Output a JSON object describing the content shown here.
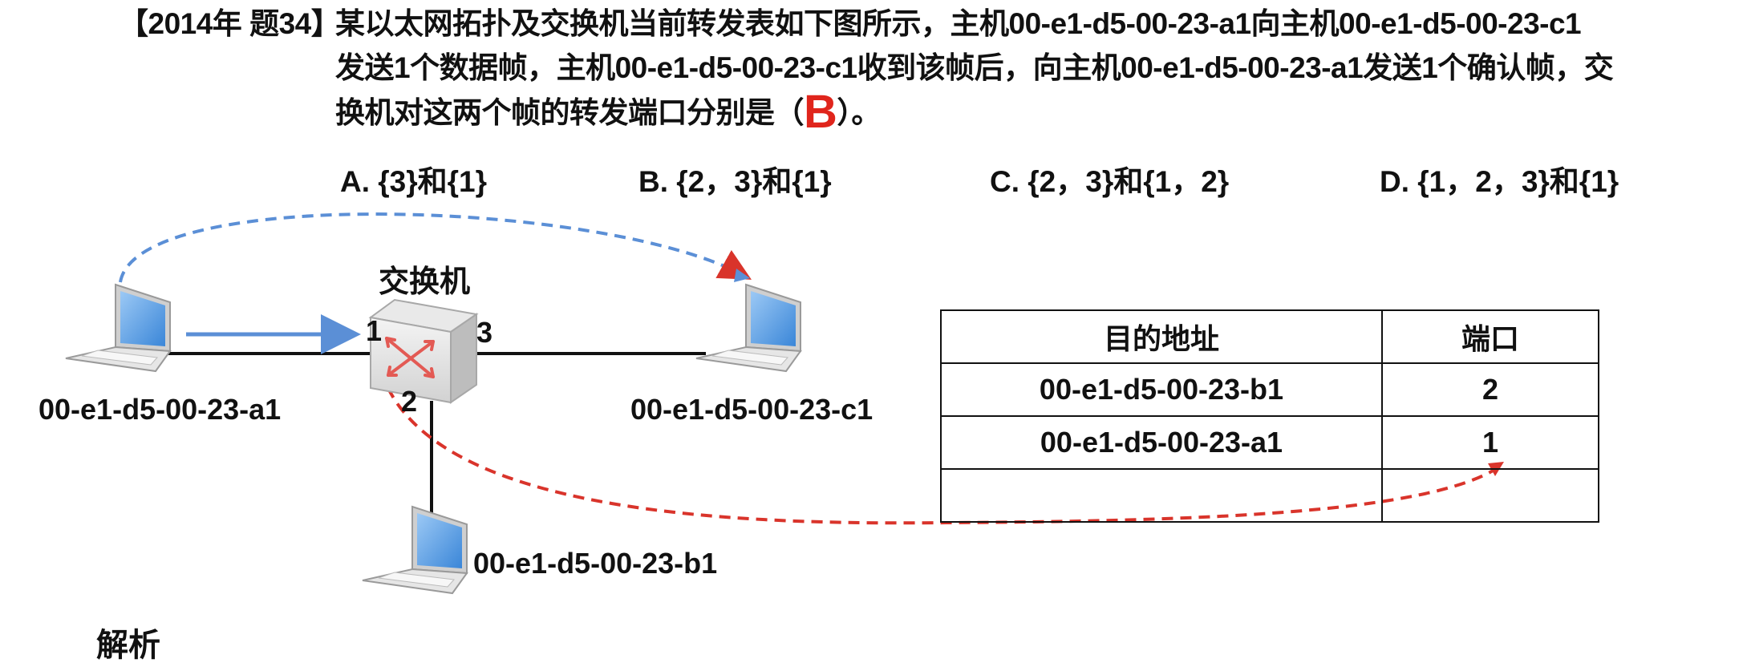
{
  "question": {
    "tag": "【2014年 题34】",
    "line1": "某以太网拓扑及交换机当前转发表如下图所示，主机00-e1-d5-00-23-a1向主机00-e1-d5-00-23-c1",
    "line2": "发送1个数据帧，主机00-e1-d5-00-23-c1收到该帧后，向主机00-e1-d5-00-23-a1发送1个确认帧，交",
    "line3_prefix": "换机对这两个帧的转发端口分别是（",
    "answer": "B",
    "line3_suffix": "）。"
  },
  "options": [
    {
      "label": "A. {3}和{1}"
    },
    {
      "label": "B. {2，3}和{1}"
    },
    {
      "label": "C. {2，3}和{1，2}"
    },
    {
      "label": "D. {1，2，3}和{1}"
    }
  ],
  "diagram": {
    "switch_label": "交换机",
    "ports": [
      "1",
      "2",
      "3"
    ],
    "hosts": {
      "a1": "00-e1-d5-00-23-a1",
      "b1": "00-e1-d5-00-23-b1",
      "c1": "00-e1-d5-00-23-c1"
    },
    "colors": {
      "data_frame": "#5b8fd6",
      "ack_frame": "#d9342b"
    }
  },
  "table": {
    "headers": [
      "目的地址",
      "端口"
    ],
    "rows": [
      [
        "00-e1-d5-00-23-b1",
        "2"
      ],
      [
        "00-e1-d5-00-23-a1",
        "1"
      ],
      [
        "",
        ""
      ]
    ]
  },
  "analysis_label": "解析"
}
